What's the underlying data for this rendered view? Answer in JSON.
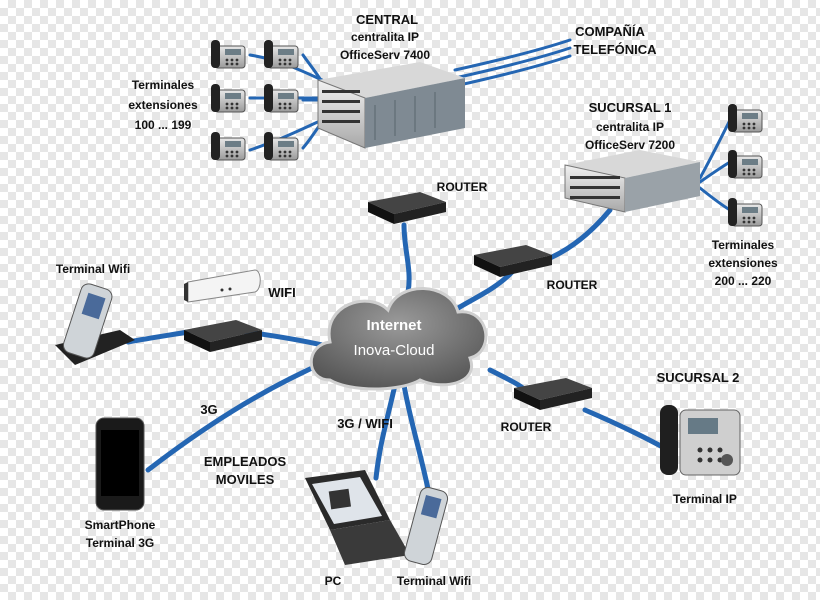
{
  "central": {
    "title": "CENTRAL",
    "line1": "centralita IP",
    "line2": "OfficeServ 7400"
  },
  "compania": {
    "line1": "COMPAÑÍA",
    "line2": "TELEFÓNICA"
  },
  "terminales_left": {
    "line1": "Terminales",
    "line2": "extensiones",
    "line3": "100 ... 199"
  },
  "sucursal1": {
    "title": "SUCURSAL 1",
    "line1": "centralita IP",
    "line2": "OfficeServ 7200"
  },
  "terminales_right": {
    "line1": "Terminales",
    "line2": "extensiones",
    "line3": "200 ... 220"
  },
  "router_label": "ROUTER",
  "terminal_wifi_top": "Terminal Wifi",
  "wifi_label": "WIFI",
  "cloud": {
    "line1": "Internet",
    "line2": "Inova-Cloud"
  },
  "label_3g": "3G",
  "label_3g_wifi": "3G / WIFI",
  "empleados": {
    "line1": "EMPLEADOS",
    "line2": "MOVILES"
  },
  "sucursal2": "SUCURSAL 2",
  "terminal_ip": "Terminal IP",
  "smartphone": {
    "line1": "SmartPhone",
    "line2": "Terminal 3G"
  },
  "pc": "PC",
  "terminal_wifi_bottom": "Terminal Wifi",
  "colors": {
    "link": "#2466b3",
    "device": "#1c1c1c",
    "cloud": "#6d6d6d"
  }
}
